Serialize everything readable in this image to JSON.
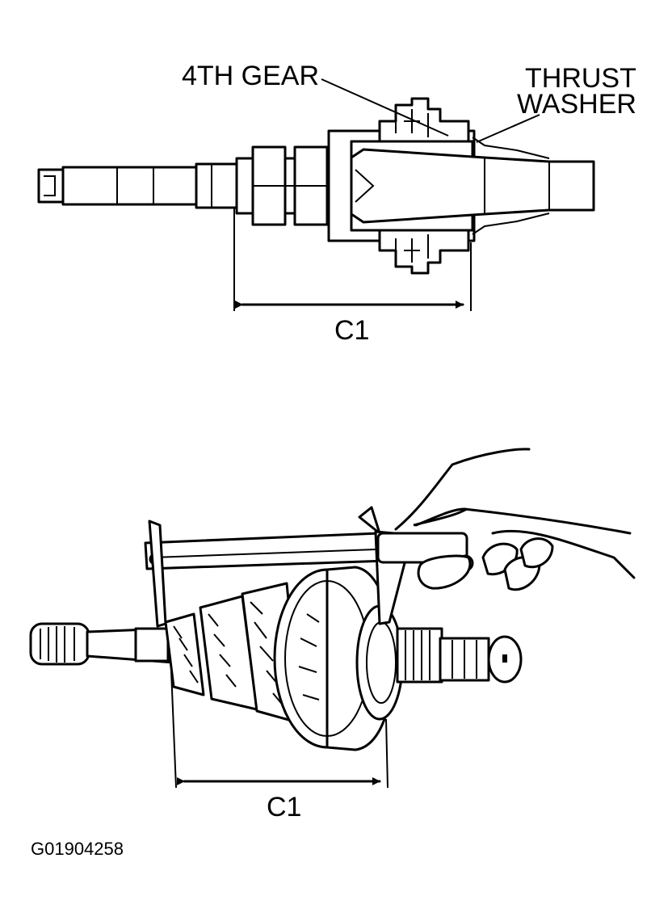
{
  "diagram": {
    "top": {
      "labels": {
        "gear": "4TH GEAR",
        "washer_line1": "THRUST",
        "washer_line2": "WASHER",
        "dimension": "C1"
      }
    },
    "bottom": {
      "labels": {
        "dimension": "C1"
      }
    },
    "figure_code": "G01904258"
  }
}
